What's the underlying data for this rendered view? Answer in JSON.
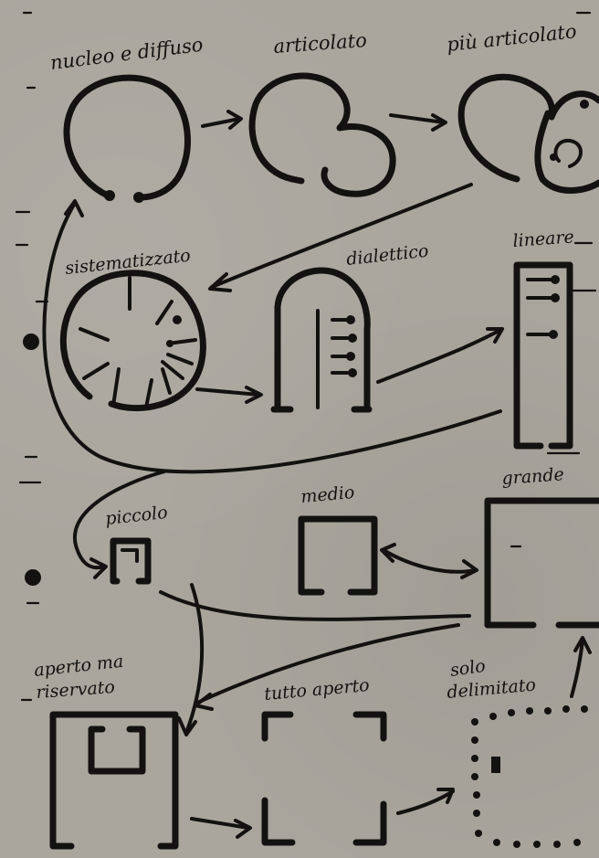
{
  "labels": {
    "nucleo_diffuso": "nucleo e diffuso",
    "articolato": "articolato",
    "piu_articolato": "più articolato",
    "sistematizzato": "sistematizzato",
    "dialettico": "dialettico",
    "lineare": "lineare",
    "piccolo": "piccolo",
    "medio": "medio",
    "grande": "grande",
    "aperto_riservato_1": "aperto ma",
    "aperto_riservato_2": "riservato",
    "tutto_aperto": "tutto aperto",
    "solo_delimitato_1": "solo",
    "solo_delimitato_2": "delimitato"
  },
  "colors": {
    "paper": "#aaa69e",
    "ink": "#141210"
  }
}
